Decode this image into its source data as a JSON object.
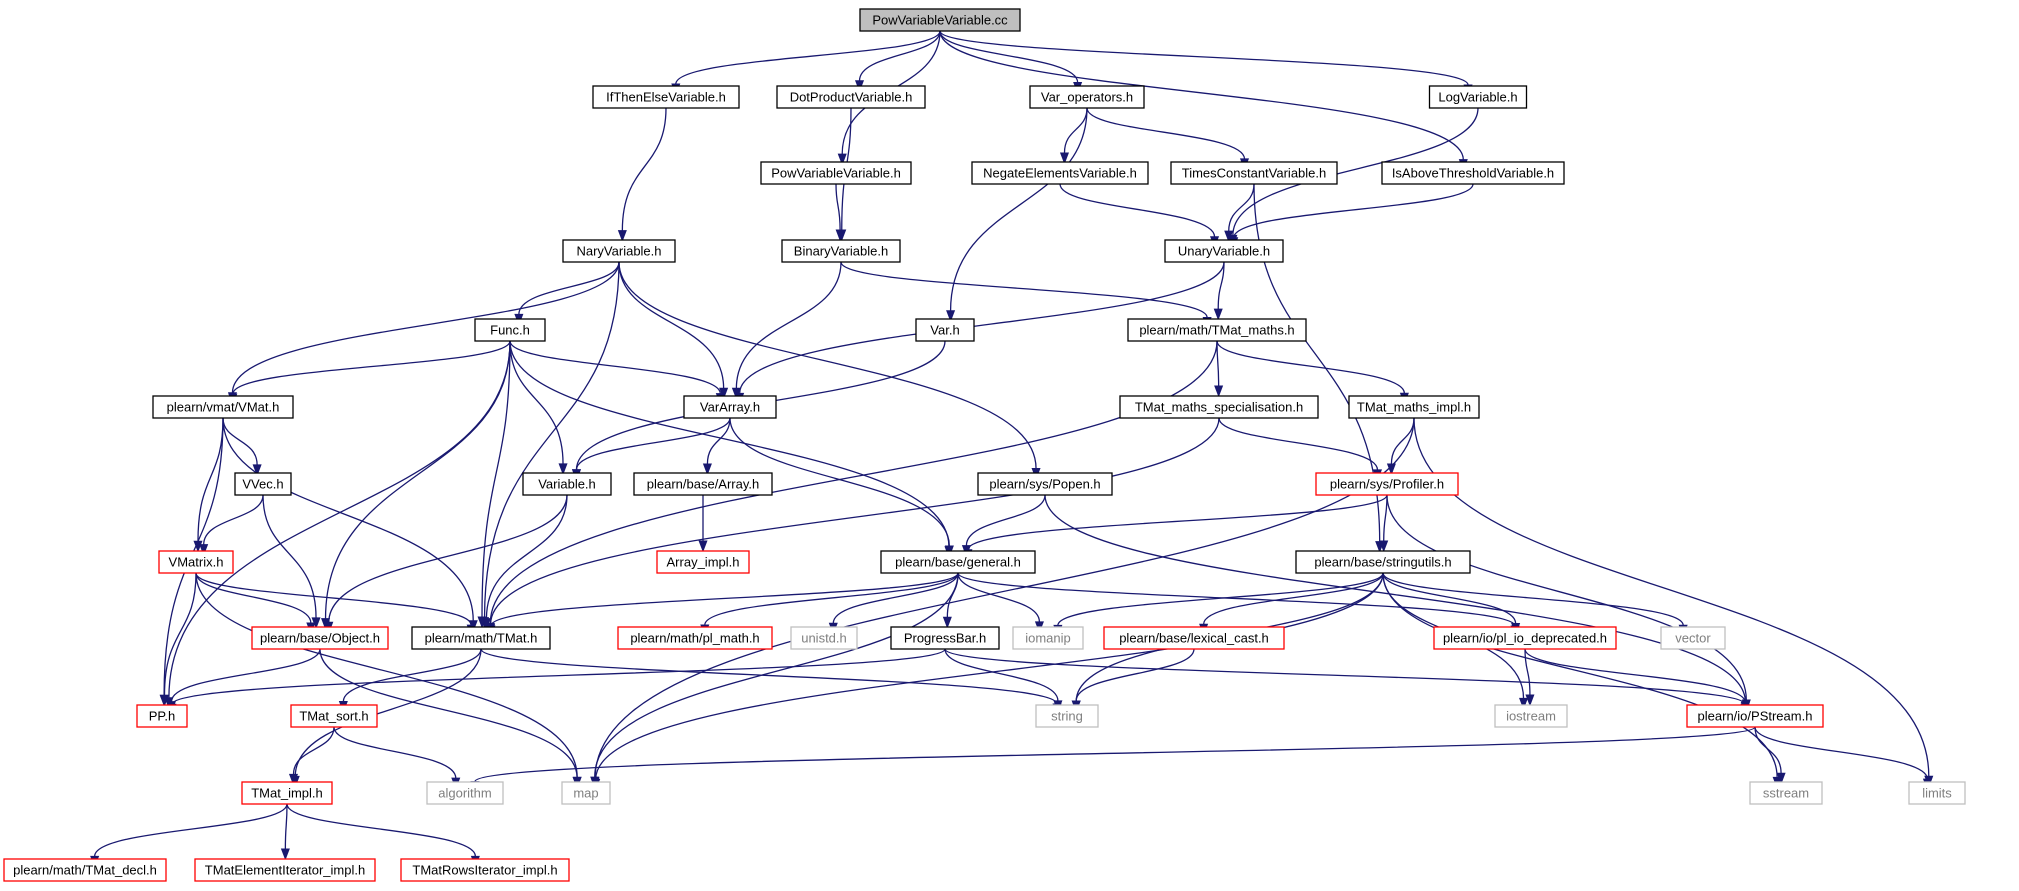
{
  "colors": {
    "edge": "#191970",
    "border_normal": "#000000",
    "border_truncated": "#ff0000",
    "border_system": "#bfbfbf",
    "fill_normal": "#ffffff",
    "fill_root": "#bfbfbf",
    "text_normal": "#000000",
    "text_system": "#7f7f7f"
  },
  "nodes": [
    {
      "id": "root",
      "label": "PowVariableVariable.cc",
      "kind": "root"
    },
    {
      "id": "ifthen",
      "label": "IfThenElseVariable.h",
      "kind": "normal"
    },
    {
      "id": "dotprod",
      "label": "DotProductVariable.h",
      "kind": "normal"
    },
    {
      "id": "varops",
      "label": "Var_operators.h",
      "kind": "normal"
    },
    {
      "id": "logvar",
      "label": "LogVariable.h",
      "kind": "normal"
    },
    {
      "id": "powvarh",
      "label": "PowVariableVariable.h",
      "kind": "normal"
    },
    {
      "id": "negate",
      "label": "NegateElementsVariable.h",
      "kind": "normal"
    },
    {
      "id": "timesc",
      "label": "TimesConstantVariable.h",
      "kind": "normal"
    },
    {
      "id": "isabove",
      "label": "IsAboveThresholdVariable.h",
      "kind": "normal"
    },
    {
      "id": "nary",
      "label": "NaryVariable.h",
      "kind": "normal"
    },
    {
      "id": "binary",
      "label": "BinaryVariable.h",
      "kind": "normal"
    },
    {
      "id": "unary",
      "label": "UnaryVariable.h",
      "kind": "normal"
    },
    {
      "id": "func",
      "label": "Func.h",
      "kind": "normal"
    },
    {
      "id": "varh",
      "label": "Var.h",
      "kind": "normal"
    },
    {
      "id": "tmatmaths",
      "label": "plearn/math/TMat_maths.h",
      "kind": "normal"
    },
    {
      "id": "vmat",
      "label": "plearn/vmat/VMat.h",
      "kind": "normal"
    },
    {
      "id": "vararray",
      "label": "VarArray.h",
      "kind": "normal"
    },
    {
      "id": "tmatspec",
      "label": "TMat_maths_specialisation.h",
      "kind": "normal"
    },
    {
      "id": "tmatimpl2",
      "label": "TMat_maths_impl.h",
      "kind": "normal"
    },
    {
      "id": "vvec",
      "label": "VVec.h",
      "kind": "normal"
    },
    {
      "id": "variable",
      "label": "Variable.h",
      "kind": "normal"
    },
    {
      "id": "array",
      "label": "plearn/base/Array.h",
      "kind": "normal"
    },
    {
      "id": "popen",
      "label": "plearn/sys/Popen.h",
      "kind": "normal"
    },
    {
      "id": "profiler",
      "label": "plearn/sys/Profiler.h",
      "kind": "truncated"
    },
    {
      "id": "vmatrix",
      "label": "VMatrix.h",
      "kind": "truncated"
    },
    {
      "id": "arrayimpl",
      "label": "Array_impl.h",
      "kind": "truncated"
    },
    {
      "id": "general",
      "label": "plearn/base/general.h",
      "kind": "normal"
    },
    {
      "id": "stringutils",
      "label": "plearn/base/stringutils.h",
      "kind": "normal"
    },
    {
      "id": "object",
      "label": "plearn/base/Object.h",
      "kind": "truncated"
    },
    {
      "id": "tmat",
      "label": "plearn/math/TMat.h",
      "kind": "normal"
    },
    {
      "id": "plmath",
      "label": "plearn/math/pl_math.h",
      "kind": "truncated"
    },
    {
      "id": "unistd",
      "label": "unistd.h",
      "kind": "system"
    },
    {
      "id": "progress",
      "label": "ProgressBar.h",
      "kind": "normal"
    },
    {
      "id": "iomanip",
      "label": "iomanip",
      "kind": "system"
    },
    {
      "id": "lexcast",
      "label": "plearn/base/lexical_cast.h",
      "kind": "truncated"
    },
    {
      "id": "pliodep",
      "label": "plearn/io/pl_io_deprecated.h",
      "kind": "truncated"
    },
    {
      "id": "vector",
      "label": "vector",
      "kind": "system"
    },
    {
      "id": "pph",
      "label": "PP.h",
      "kind": "truncated"
    },
    {
      "id": "tmatsort",
      "label": "TMat_sort.h",
      "kind": "truncated"
    },
    {
      "id": "string",
      "label": "string",
      "kind": "system"
    },
    {
      "id": "iostream",
      "label": "iostream",
      "kind": "system"
    },
    {
      "id": "pstream",
      "label": "plearn/io/PStream.h",
      "kind": "truncated"
    },
    {
      "id": "tmatimpl",
      "label": "TMat_impl.h",
      "kind": "truncated"
    },
    {
      "id": "algorithm",
      "label": "algorithm",
      "kind": "system"
    },
    {
      "id": "map",
      "label": "map",
      "kind": "system"
    },
    {
      "id": "sstream",
      "label": "sstream",
      "kind": "system"
    },
    {
      "id": "limits",
      "label": "limits",
      "kind": "system"
    },
    {
      "id": "tmatdecl",
      "label": "plearn/math/TMat_decl.h",
      "kind": "truncated"
    },
    {
      "id": "tmatelem",
      "label": "TMatElementIterator_impl.h",
      "kind": "truncated"
    },
    {
      "id": "tmatrows",
      "label": "TMatRowsIterator_impl.h",
      "kind": "truncated"
    }
  ],
  "edges": [
    [
      "root",
      "ifthen"
    ],
    [
      "root",
      "dotprod"
    ],
    [
      "root",
      "powvarh"
    ],
    [
      "root",
      "varops"
    ],
    [
      "root",
      "isabove"
    ],
    [
      "root",
      "logvar"
    ],
    [
      "ifthen",
      "nary"
    ],
    [
      "dotprod",
      "binary"
    ],
    [
      "powvarh",
      "binary"
    ],
    [
      "varops",
      "varh"
    ],
    [
      "varops",
      "negate"
    ],
    [
      "varops",
      "timesc"
    ],
    [
      "negate",
      "unary"
    ],
    [
      "timesc",
      "unary"
    ],
    [
      "timesc",
      "stringutils"
    ],
    [
      "isabove",
      "unary"
    ],
    [
      "logvar",
      "unary"
    ],
    [
      "nary",
      "func"
    ],
    [
      "nary",
      "vmat"
    ],
    [
      "nary",
      "vararray"
    ],
    [
      "nary",
      "tmat"
    ],
    [
      "nary",
      "popen"
    ],
    [
      "binary",
      "vararray"
    ],
    [
      "binary",
      "tmatmaths"
    ],
    [
      "unary",
      "tmatmaths"
    ],
    [
      "unary",
      "vararray"
    ],
    [
      "func",
      "vmat"
    ],
    [
      "func",
      "vararray"
    ],
    [
      "func",
      "variable"
    ],
    [
      "func",
      "object"
    ],
    [
      "func",
      "tmat"
    ],
    [
      "func",
      "pph"
    ],
    [
      "func",
      "general"
    ],
    [
      "varh",
      "variable"
    ],
    [
      "tmatmaths",
      "tmatspec"
    ],
    [
      "tmatmaths",
      "tmatimpl2"
    ],
    [
      "tmatmaths",
      "tmat"
    ],
    [
      "vmat",
      "vvec"
    ],
    [
      "vmat",
      "vmatrix"
    ],
    [
      "vmat",
      "pph"
    ],
    [
      "vmat",
      "tmat"
    ],
    [
      "vararray",
      "variable"
    ],
    [
      "vararray",
      "array"
    ],
    [
      "vararray",
      "general"
    ],
    [
      "tmatspec",
      "profiler"
    ],
    [
      "tmatspec",
      "tmat"
    ],
    [
      "tmatimpl2",
      "profiler"
    ],
    [
      "tmatimpl2",
      "limits"
    ],
    [
      "tmatimpl2",
      "map"
    ],
    [
      "vvec",
      "vmatrix"
    ],
    [
      "vvec",
      "object"
    ],
    [
      "variable",
      "object"
    ],
    [
      "variable",
      "tmat"
    ],
    [
      "array",
      "arrayimpl"
    ],
    [
      "popen",
      "general"
    ],
    [
      "popen",
      "pstream"
    ],
    [
      "profiler",
      "general"
    ],
    [
      "profiler",
      "stringutils"
    ],
    [
      "profiler",
      "pstream"
    ],
    [
      "vmatrix",
      "object"
    ],
    [
      "vmatrix",
      "tmat"
    ],
    [
      "vmatrix",
      "pph"
    ],
    [
      "vmatrix",
      "map"
    ],
    [
      "general",
      "tmat"
    ],
    [
      "general",
      "plmath"
    ],
    [
      "general",
      "unistd"
    ],
    [
      "general",
      "progress"
    ],
    [
      "general",
      "iomanip"
    ],
    [
      "general",
      "pliodep"
    ],
    [
      "general",
      "map"
    ],
    [
      "stringutils",
      "iomanip"
    ],
    [
      "stringutils",
      "lexcast"
    ],
    [
      "stringutils",
      "pliodep"
    ],
    [
      "stringutils",
      "vector"
    ],
    [
      "stringutils",
      "string"
    ],
    [
      "stringutils",
      "iostream"
    ],
    [
      "stringutils",
      "sstream"
    ],
    [
      "stringutils",
      "map"
    ],
    [
      "object",
      "pph"
    ],
    [
      "object",
      "map"
    ],
    [
      "tmat",
      "tmatsort"
    ],
    [
      "tmat",
      "tmatimpl"
    ],
    [
      "tmat",
      "string"
    ],
    [
      "progress",
      "pph"
    ],
    [
      "progress",
      "string"
    ],
    [
      "progress",
      "pstream"
    ],
    [
      "lexcast",
      "string"
    ],
    [
      "pliodep",
      "iostream"
    ],
    [
      "pliodep",
      "pstream"
    ],
    [
      "tmatsort",
      "tmatimpl"
    ],
    [
      "tmatsort",
      "algorithm"
    ],
    [
      "pstream",
      "sstream"
    ],
    [
      "pstream",
      "limits"
    ],
    [
      "pstream",
      "algorithm"
    ],
    [
      "tmatimpl",
      "tmatdecl"
    ],
    [
      "tmatimpl",
      "tmatelem"
    ],
    [
      "tmatimpl",
      "tmatrows"
    ]
  ]
}
